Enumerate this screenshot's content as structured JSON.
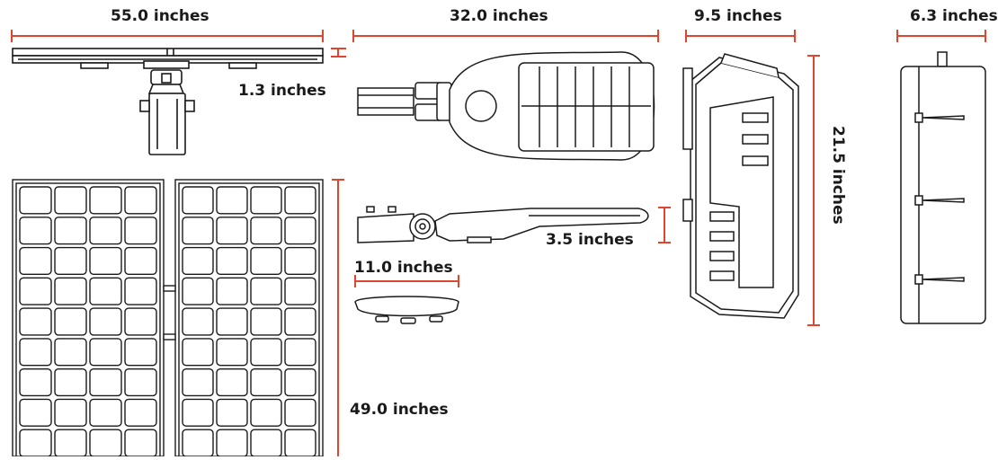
{
  "colors": {
    "dimension_line": "#e0452f",
    "outline": "#1a1a1a",
    "background": "#ffffff"
  },
  "dimensions": {
    "panel_width": "55.0 inches",
    "panel_thickness": "1.3 inches",
    "panel_height": "49.0 inches",
    "fixture_length": "32.0 inches",
    "fixture_depth": "3.5 inches",
    "fixture_width": "11.0 inches",
    "battery_width": "9.5 inches",
    "battery_height": "21.5 inches",
    "battery_depth": "6.3 inches"
  }
}
